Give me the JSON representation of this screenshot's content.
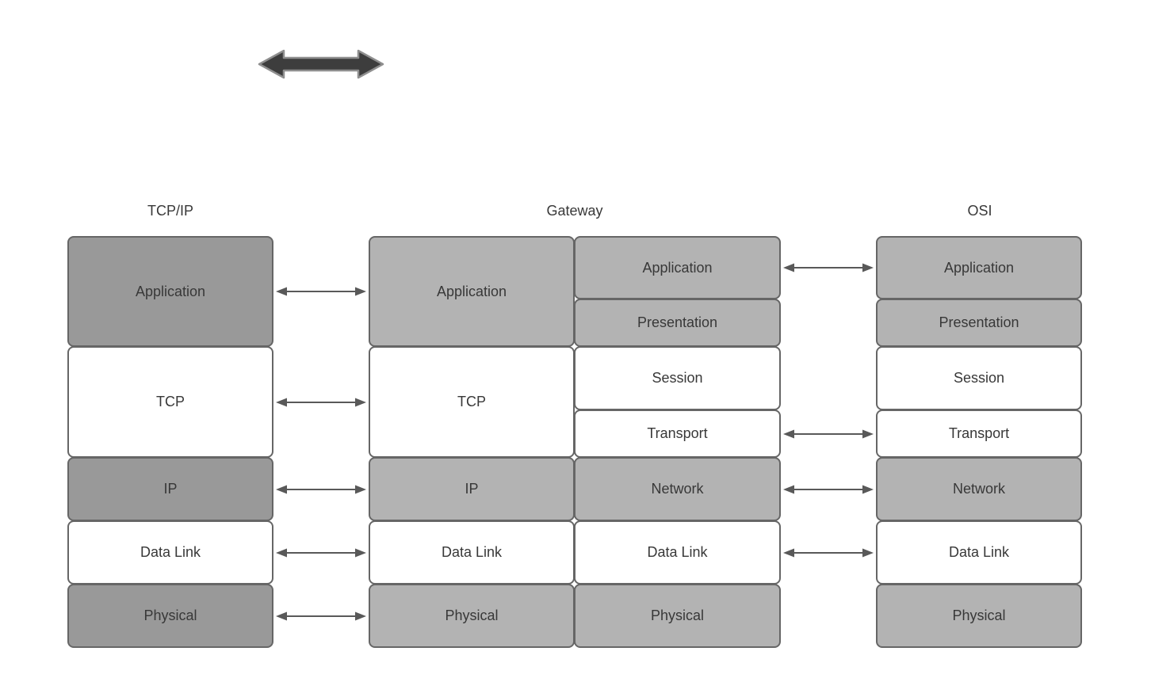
{
  "diagram": {
    "kind": "network-layer-model-comparison",
    "headers": [
      {
        "id": "tcpip",
        "label": "TCP/IP"
      },
      {
        "id": "gateway",
        "label": "Gateway"
      },
      {
        "id": "osi",
        "label": "OSI"
      }
    ],
    "columns": [
      {
        "id": "tcpip",
        "stack": "stack5",
        "layers": [
          {
            "label": "Application",
            "shade": "dark"
          },
          {
            "label": "TCP",
            "shade": "white"
          },
          {
            "label": "IP",
            "shade": "dark"
          },
          {
            "label": "Data Link",
            "shade": "white"
          },
          {
            "label": "Physical",
            "shade": "dark"
          }
        ]
      },
      {
        "id": "gateway_left",
        "stack": "stack5",
        "layers": [
          {
            "label": "Application",
            "shade": "light"
          },
          {
            "label": "TCP",
            "shade": "white"
          },
          {
            "label": "IP",
            "shade": "light"
          },
          {
            "label": "Data Link",
            "shade": "white"
          },
          {
            "label": "Physical",
            "shade": "light"
          }
        ]
      },
      {
        "id": "gateway_right",
        "stack": "stack7",
        "layers": [
          {
            "label": "Application",
            "shade": "light"
          },
          {
            "label": "Presentation",
            "shade": "light"
          },
          {
            "label": "Session",
            "shade": "white"
          },
          {
            "label": "Transport",
            "shade": "white"
          },
          {
            "label": "Network",
            "shade": "light"
          },
          {
            "label": "Data Link",
            "shade": "white"
          },
          {
            "label": "Physical",
            "shade": "light"
          }
        ]
      },
      {
        "id": "osi",
        "stack": "stack7",
        "layers": [
          {
            "label": "Application",
            "shade": "light"
          },
          {
            "label": "Presentation",
            "shade": "light"
          },
          {
            "label": "Session",
            "shade": "white"
          },
          {
            "label": "Transport",
            "shade": "white"
          },
          {
            "label": "Network",
            "shade": "light"
          },
          {
            "label": "Data Link",
            "shade": "white"
          },
          {
            "label": "Physical",
            "shade": "light"
          }
        ]
      }
    ],
    "connectors": [
      {
        "between": "tcpip-gateway",
        "layer": "Application"
      },
      {
        "between": "tcpip-gateway",
        "layer": "TCP"
      },
      {
        "between": "tcpip-gateway",
        "layer": "IP"
      },
      {
        "between": "tcpip-gateway",
        "layer": "Data Link"
      },
      {
        "between": "tcpip-gateway",
        "layer": "Physical"
      },
      {
        "between": "gateway-osi",
        "layer": "Application"
      },
      {
        "between": "gateway-osi",
        "layer": "Transport"
      },
      {
        "between": "gateway-osi",
        "layer": "Network"
      },
      {
        "between": "gateway-osi",
        "layer": "Data Link"
      }
    ],
    "icons": [
      {
        "name": "horizontal-double-arrow-icon"
      }
    ]
  },
  "colors": {
    "dark_gray_fill": "#999999",
    "light_gray_fill": "#b3b3b3",
    "white_fill": "#ffffff",
    "box_border": "#666666",
    "connector_arrow": "#595959",
    "thick_arrow_fill": "#3d3d3d",
    "thick_arrow_outline": "#8f8f8f",
    "text": "#383838",
    "background": "#ffffff"
  }
}
